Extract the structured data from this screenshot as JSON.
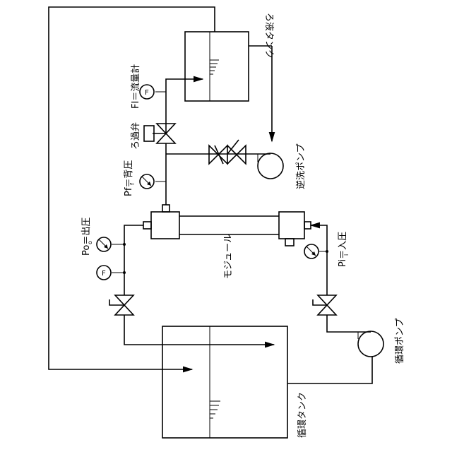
{
  "labels": {
    "filtrate_tank": "ろ液タンク",
    "filtrate_flowmeter": "FI＝流量計",
    "filtration_valve": "ろ過弁",
    "back_pressure": "Pf＝背圧",
    "backwash_pump": "逆洗ポンプ",
    "outlet_pressure": "Po＝出圧",
    "module": "モジュール",
    "inlet_pressure": "Pi＝入圧",
    "circulation_pump": "循環ポンプ",
    "circulation_tank": "循環タンク"
  },
  "gauge_letters": {
    "flow": "F"
  },
  "subscripts": {
    "back": "f",
    "out": "o",
    "in": "i"
  }
}
